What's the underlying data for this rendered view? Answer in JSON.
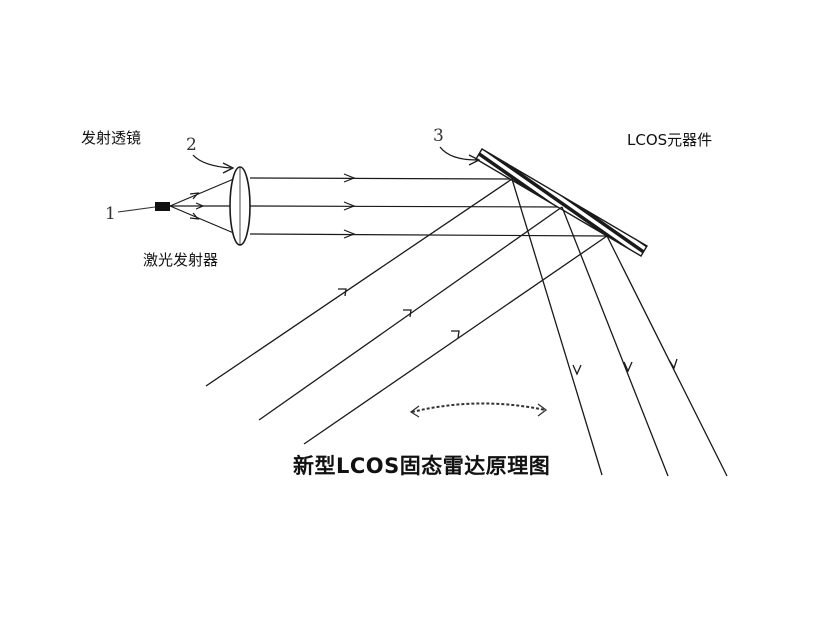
{
  "labels": {
    "lens": "发射透镜",
    "lcos": "LCOS元器件",
    "laser": "激光发射器",
    "title": "新型LCOS固态雷达原理图"
  },
  "markers": {
    "laser": "1",
    "lens": "2",
    "lcos": "3"
  },
  "colors": {
    "ink": "#1a1a1a",
    "background": "#ffffff"
  }
}
